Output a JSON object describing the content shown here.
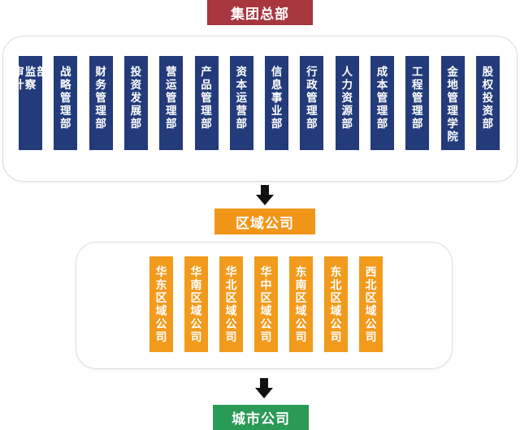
{
  "group": {
    "title": "集团总部"
  },
  "departments": [
    {
      "lines": [
        "审计",
        "监察",
        "部"
      ]
    },
    {
      "lines": [
        "战略管理部"
      ]
    },
    {
      "lines": [
        "财务管理部"
      ]
    },
    {
      "lines": [
        "投资发展部"
      ]
    },
    {
      "lines": [
        "营运管理部"
      ]
    },
    {
      "lines": [
        "产品管理部"
      ]
    },
    {
      "lines": [
        "资本运营部"
      ]
    },
    {
      "lines": [
        "信息事业部"
      ]
    },
    {
      "lines": [
        "行政管理部"
      ]
    },
    {
      "lines": [
        "人力资源部"
      ]
    },
    {
      "lines": [
        "成本管理部"
      ]
    },
    {
      "lines": [
        "工程管理部"
      ]
    },
    {
      "lines": [
        "金地管理学院"
      ]
    },
    {
      "lines": [
        "股权投资部"
      ]
    }
  ],
  "region": {
    "title": "区域公司"
  },
  "regions": [
    {
      "lines": [
        "华东区域公司"
      ]
    },
    {
      "lines": [
        "华南区域公司"
      ]
    },
    {
      "lines": [
        "华北区域公司"
      ]
    },
    {
      "lines": [
        "华中区域公司"
      ]
    },
    {
      "lines": [
        "东南区域公司"
      ]
    },
    {
      "lines": [
        "东北区域公司"
      ]
    },
    {
      "lines": [
        "西北区域公司"
      ]
    }
  ],
  "city": {
    "title": "城市公司"
  },
  "colors": {
    "group_title": "#a8363f",
    "department": "#233b7a",
    "region_title": "#f2961a",
    "region_box": "#f29a1c",
    "city_title": "#2a9a57"
  }
}
